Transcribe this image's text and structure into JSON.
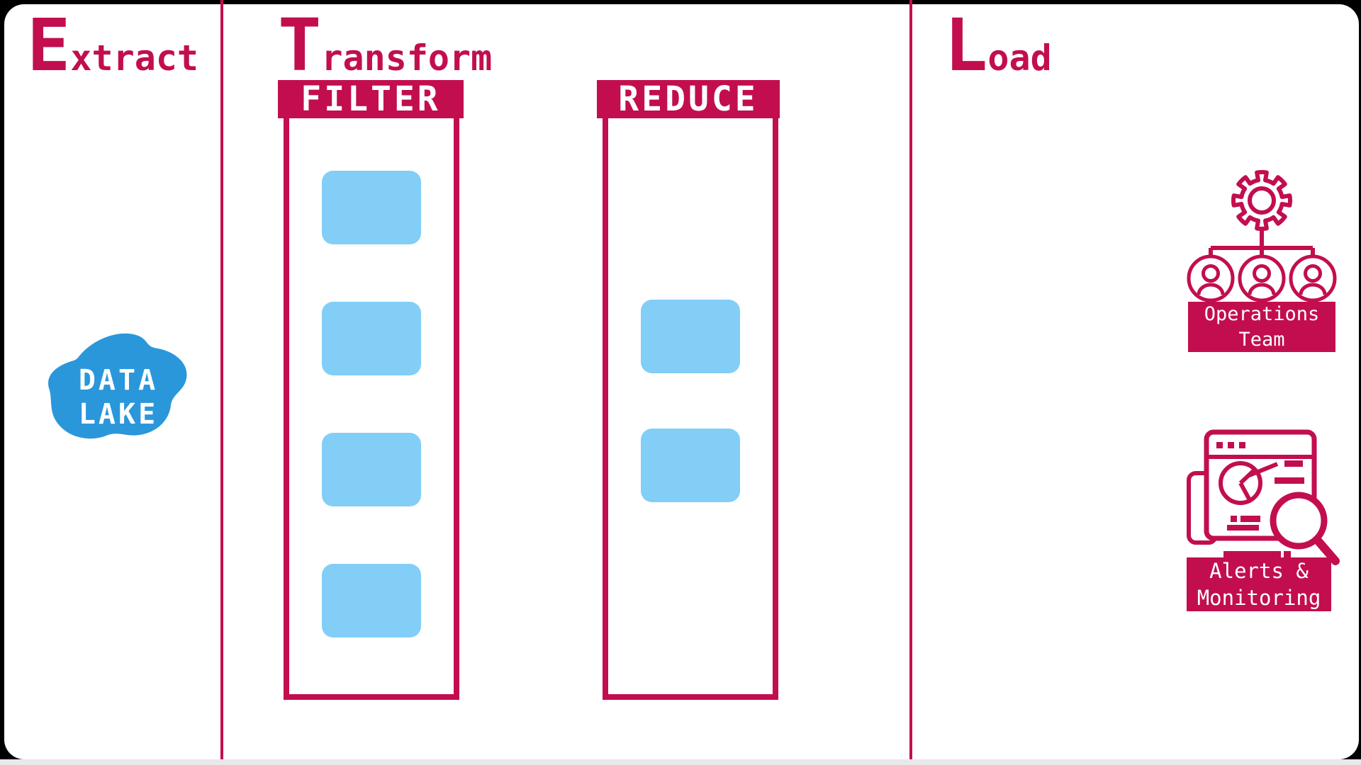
{
  "headings": {
    "extract": {
      "initial": "E",
      "rest": "xtract"
    },
    "transform": {
      "initial": "T",
      "rest": "ransform"
    },
    "load": {
      "initial": "L",
      "rest": "oad"
    }
  },
  "extract": {
    "data_lake": {
      "line1": "DATA",
      "line2": "LAKE"
    }
  },
  "transform": {
    "filter": {
      "title": "FILTER",
      "chunk_count": 4
    },
    "reduce": {
      "title": "REDUCE",
      "chunk_count": 2
    }
  },
  "load": {
    "operations_team": {
      "line1": "Operations",
      "line2": "Team",
      "icon": "gear-org-chart-icon"
    },
    "alerts_monitoring": {
      "line1": "Alerts &",
      "line2": "Monitoring",
      "icon": "dashboard-magnifier-icon"
    }
  },
  "colors": {
    "crimson": "#C20E4F",
    "chunk_blue": "#82CEF7",
    "lake_blue": "#2A97DB",
    "bg_black": "#000000",
    "canvas_white": "#FFFFFF",
    "strip_gray": "#E9E9EC"
  }
}
